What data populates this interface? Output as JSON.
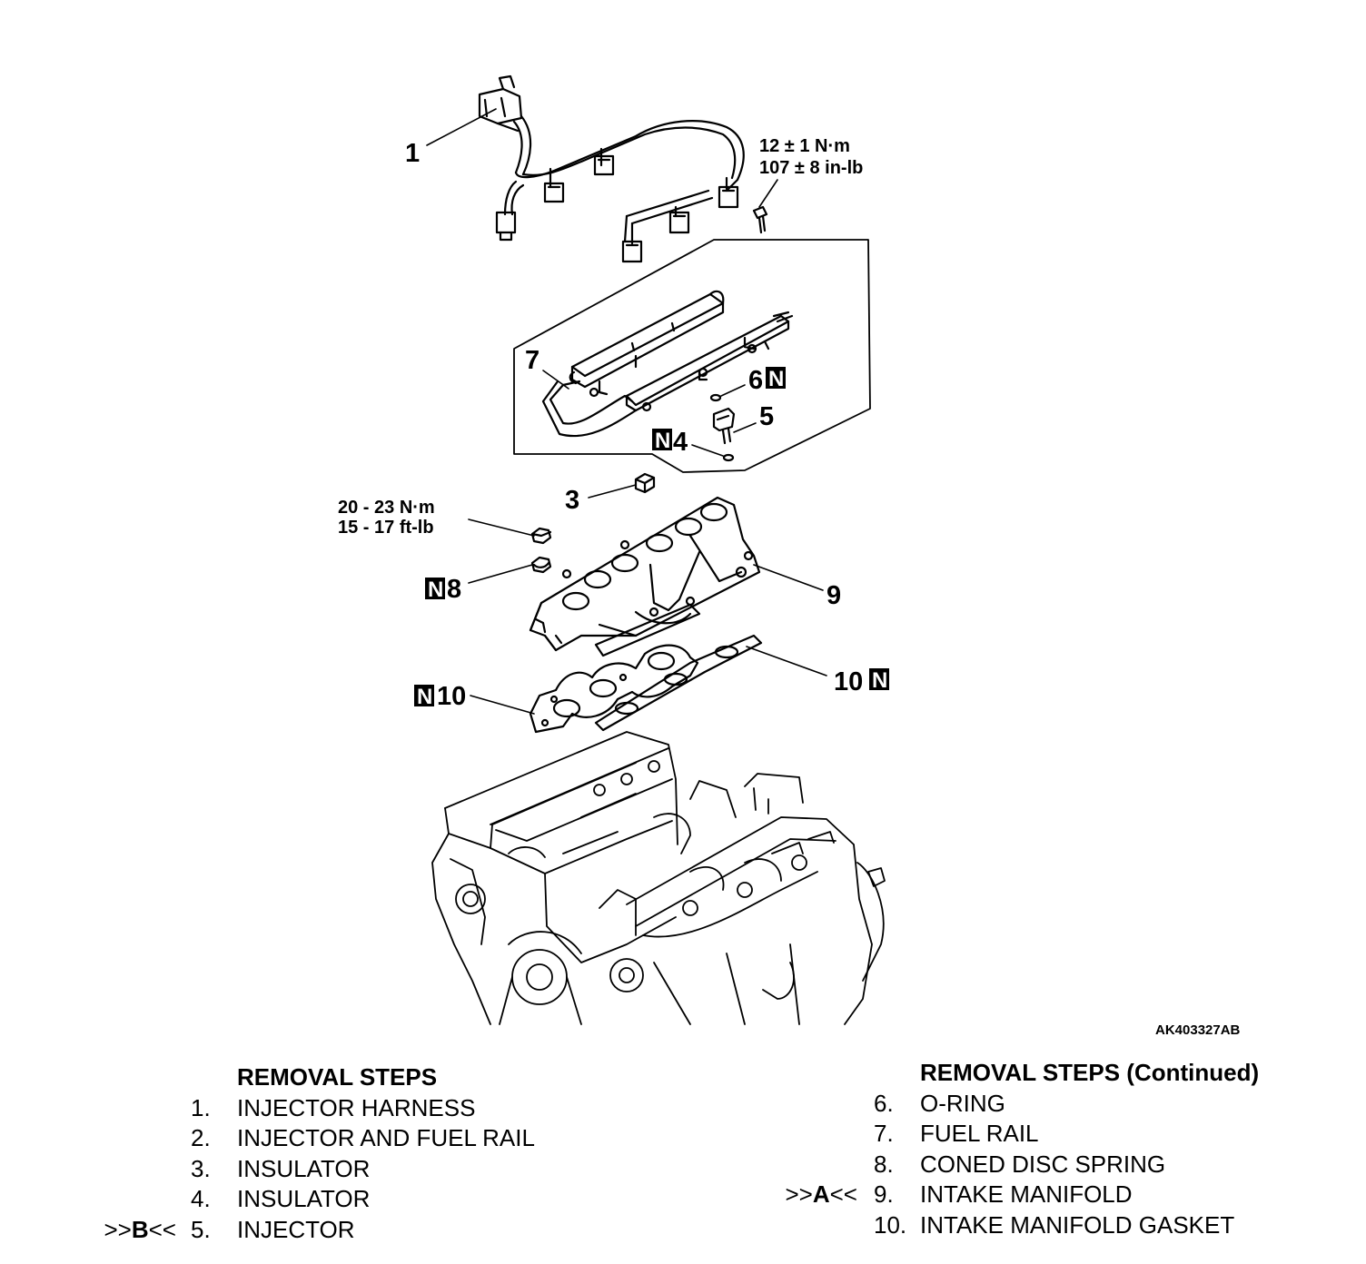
{
  "diagram": {
    "callouts": {
      "c1": "1",
      "c3": "3",
      "c4": "4",
      "c5": "5",
      "c6": "6",
      "c7": "7",
      "c8": "8",
      "c9": "9",
      "c10_left": "10",
      "c10_right": "10"
    },
    "new_part_mark": "N",
    "torque_top": {
      "line1": "12 ± 1 N·m",
      "line2": "107 ± 8 in-lb"
    },
    "torque_left": {
      "line1": "20 - 23 N·m",
      "line2": "15 - 17 ft-lb"
    },
    "figure_code": "AK403327AB"
  },
  "steps_left": {
    "heading": "REMOVAL STEPS",
    "items": [
      {
        "num": "1.",
        "text": "INJECTOR HARNESS",
        "mark": ""
      },
      {
        "num": "2.",
        "text": "INJECTOR AND FUEL RAIL",
        "mark": ""
      },
      {
        "num": "3.",
        "text": "INSULATOR",
        "mark": ""
      },
      {
        "num": "4.",
        "text": "INSULATOR",
        "mark": ""
      },
      {
        "num": "5.",
        "text": "INJECTOR",
        "mark_pre": ">>",
        "mark_letter": "B",
        "mark_post": "<<"
      }
    ]
  },
  "steps_right": {
    "heading": "REMOVAL STEPS (Continued)",
    "items": [
      {
        "num": "6.",
        "text": "O-RING"
      },
      {
        "num": "7.",
        "text": "FUEL RAIL"
      },
      {
        "num": "8.",
        "text": "CONED DISC SPRING"
      },
      {
        "num": "9.",
        "text": "INTAKE MANIFOLD",
        "mark_pre": ">>",
        "mark_letter": "A",
        "mark_post": "<<"
      },
      {
        "num": "10.",
        "text": "INTAKE MANIFOLD GASKET"
      }
    ]
  }
}
